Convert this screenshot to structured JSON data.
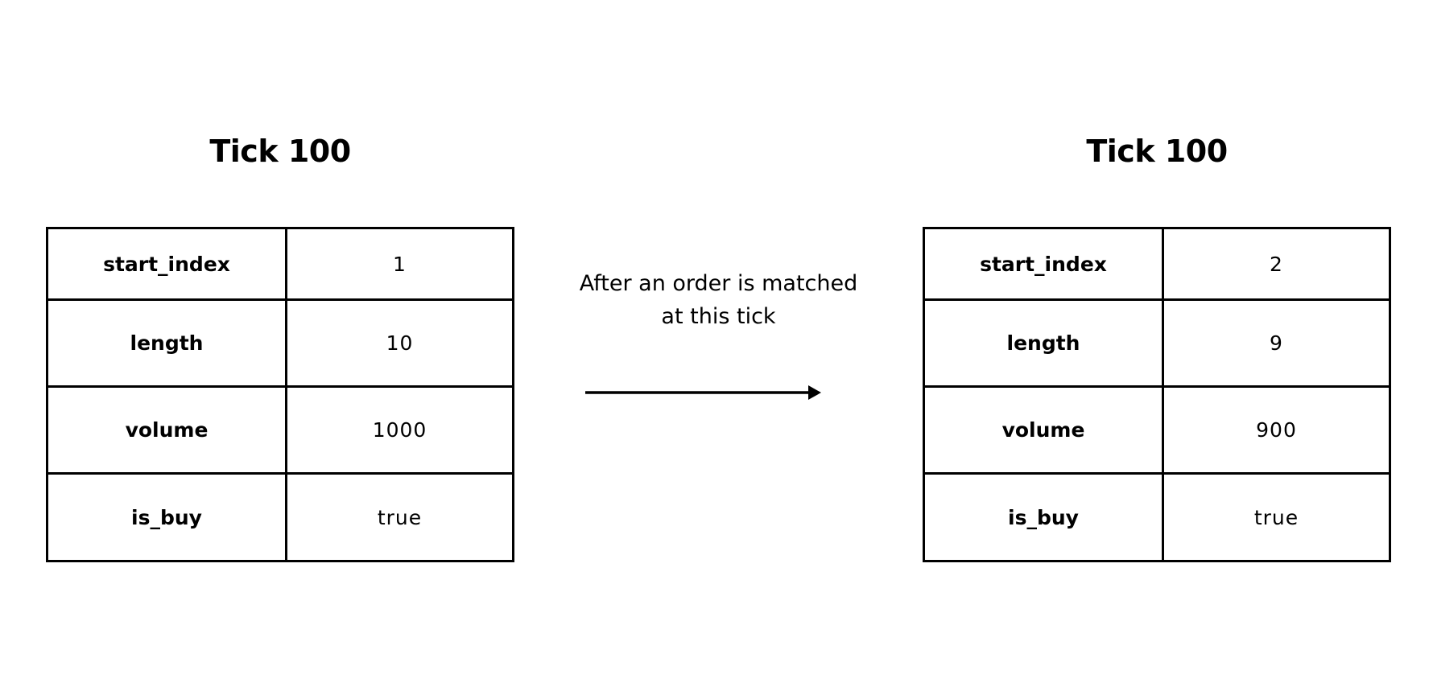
{
  "left_panel": {
    "title": "Tick 100",
    "rows": [
      {
        "key": "start_index",
        "value": "1"
      },
      {
        "key": "length",
        "value": "10"
      },
      {
        "key": "volume",
        "value": "1000"
      },
      {
        "key": "is_buy",
        "value": "true"
      }
    ]
  },
  "transition": {
    "caption_line1": "After an order is matched",
    "caption_line2": "at this tick",
    "arrow_icon": "right-arrow-icon"
  },
  "right_panel": {
    "title": "Tick 100",
    "rows": [
      {
        "key": "start_index",
        "value": "2"
      },
      {
        "key": "length",
        "value": "9"
      },
      {
        "key": "volume",
        "value": "900"
      },
      {
        "key": "is_buy",
        "value": "true"
      }
    ]
  },
  "colors": {
    "background": "#ffffff",
    "foreground": "#000000"
  }
}
